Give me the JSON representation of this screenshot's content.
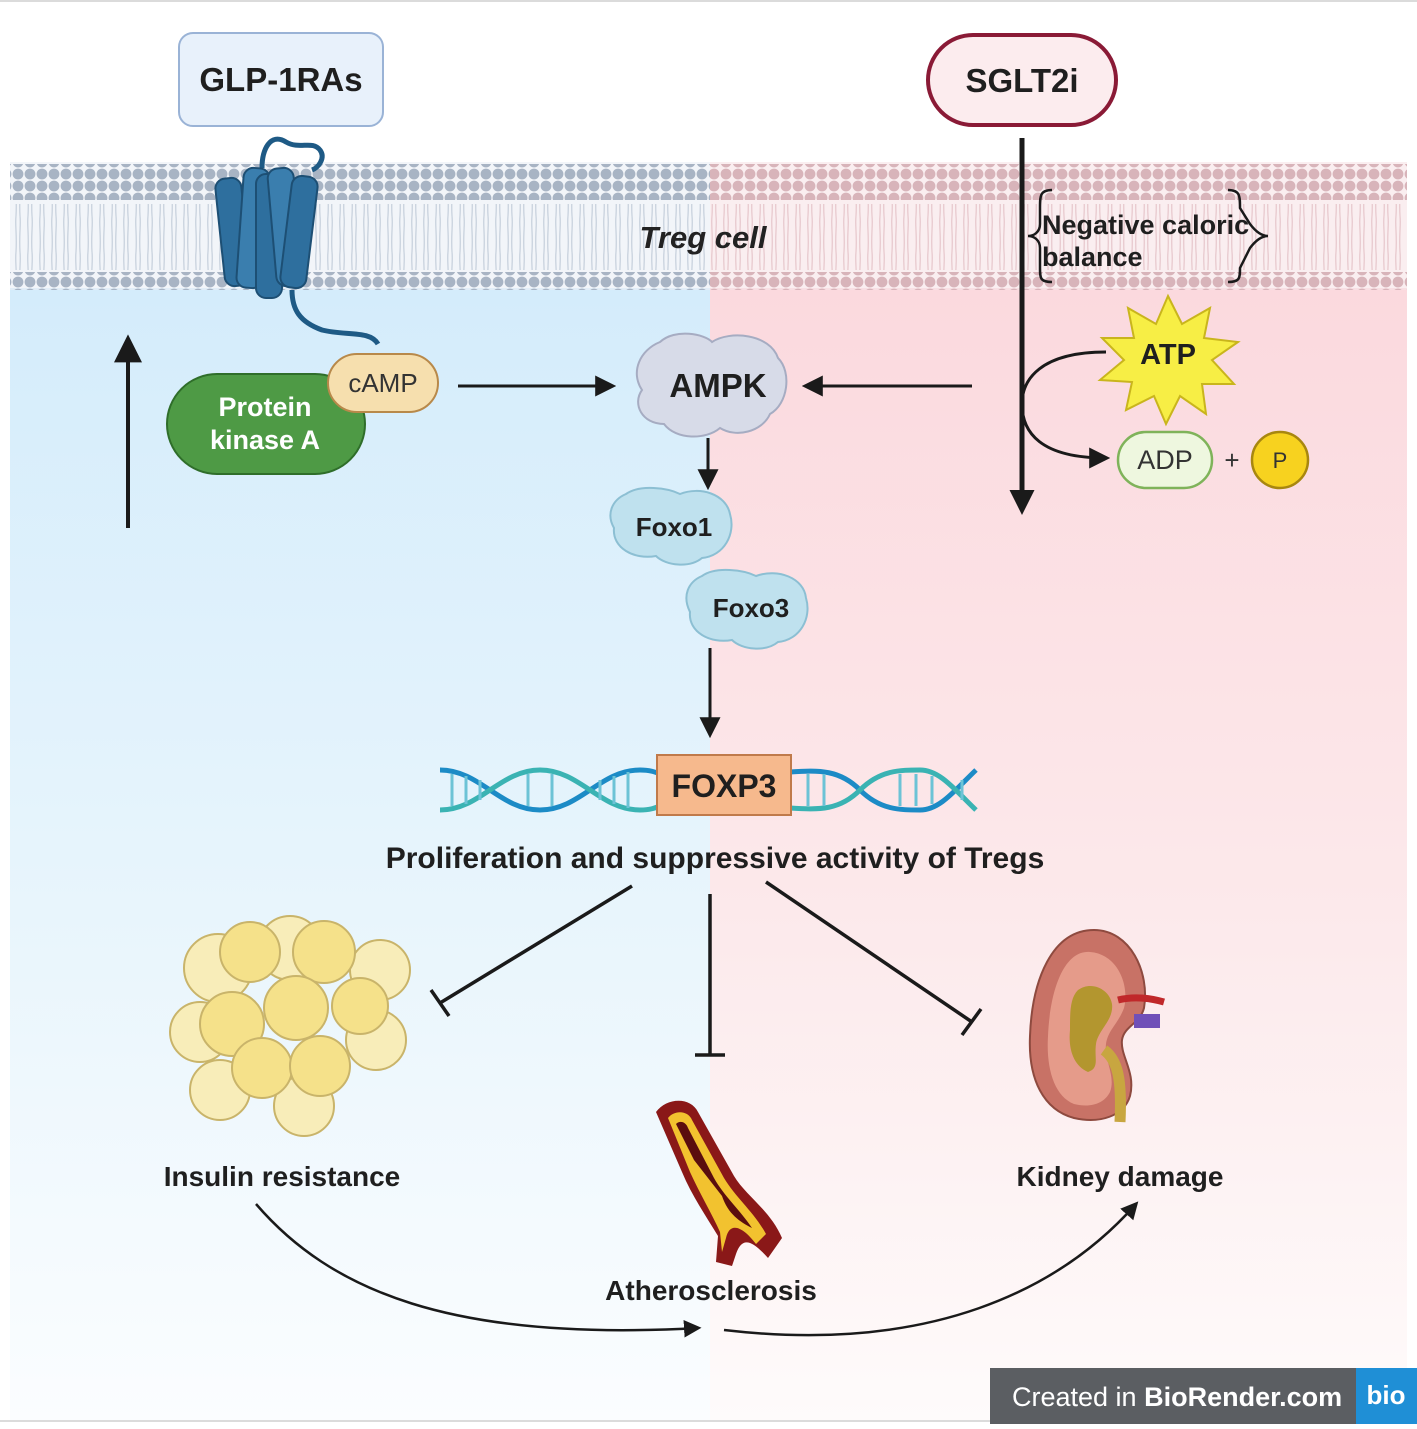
{
  "drugs": {
    "left": "GLP-1RAs",
    "right": "SGLT2i"
  },
  "membrane": {
    "cell_label": "Treg cell"
  },
  "negative_balance": {
    "line1": "Negative caloric",
    "line2": "balance"
  },
  "pka": {
    "line1": "Protein",
    "line2": "kinase A",
    "camp": "cAMP"
  },
  "energy": {
    "atp": "ATP",
    "adp": "ADP",
    "plus": "+",
    "phosphate": "P"
  },
  "pathway": {
    "ampk": "AMPK",
    "foxo1": "Foxo1",
    "foxo3": "Foxo3",
    "foxp3": "FOXP3",
    "proliferation": "Proliferation and suppressive activity of Tregs"
  },
  "outcomes": {
    "insulin": "Insulin resistance",
    "athero": "Atherosclerosis",
    "kidney": "Kidney damage"
  },
  "watermark": {
    "created_in": "Created in ",
    "brand": "BioRender.com",
    "logo": "bio"
  },
  "colors": {
    "left_panel": "#d9eefb",
    "right_panel": "#fbdfe3",
    "glp_box_fill": "#e8f1fb",
    "glp_box_stroke": "#9ab3d6",
    "sglt_stroke": "#8a1a36",
    "receptor": "#2e6f9e",
    "pka_green": "#4e9a45",
    "camp_fill": "#f6dfae",
    "ampk_fill": "#d7dbe8",
    "foxo_fill": "#bfe1ee",
    "foxp3_fill": "#f6b98d",
    "dna_blue": "#1c8bc6",
    "dna_teal": "#3ab3b3",
    "atp_yellow": "#f7ee45",
    "adp_fill": "#eef7df",
    "phosphate_yellow": "#f7d21f",
    "fat_cell": "#f6e8a8",
    "kidney": "#c87266"
  }
}
